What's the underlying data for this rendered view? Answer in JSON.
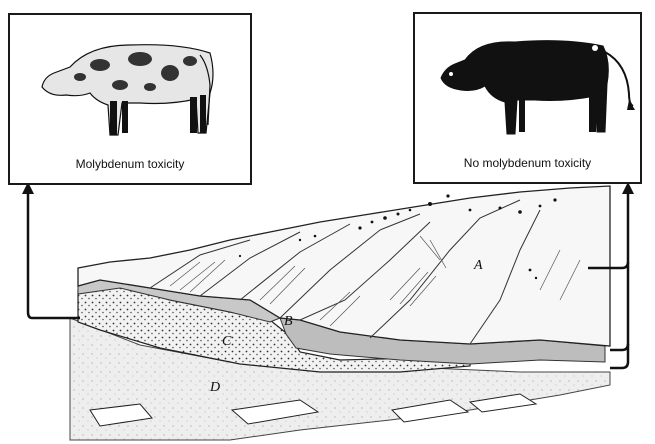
{
  "panels": {
    "left": {
      "caption": "Molybdenum toxicity",
      "icon": "spotted-cow-icon"
    },
    "right": {
      "caption": "No molybdenum toxicity",
      "icon": "black-cow-icon"
    }
  },
  "labels": {
    "a": "A",
    "b": "B",
    "c": "C",
    "d": "D"
  }
}
